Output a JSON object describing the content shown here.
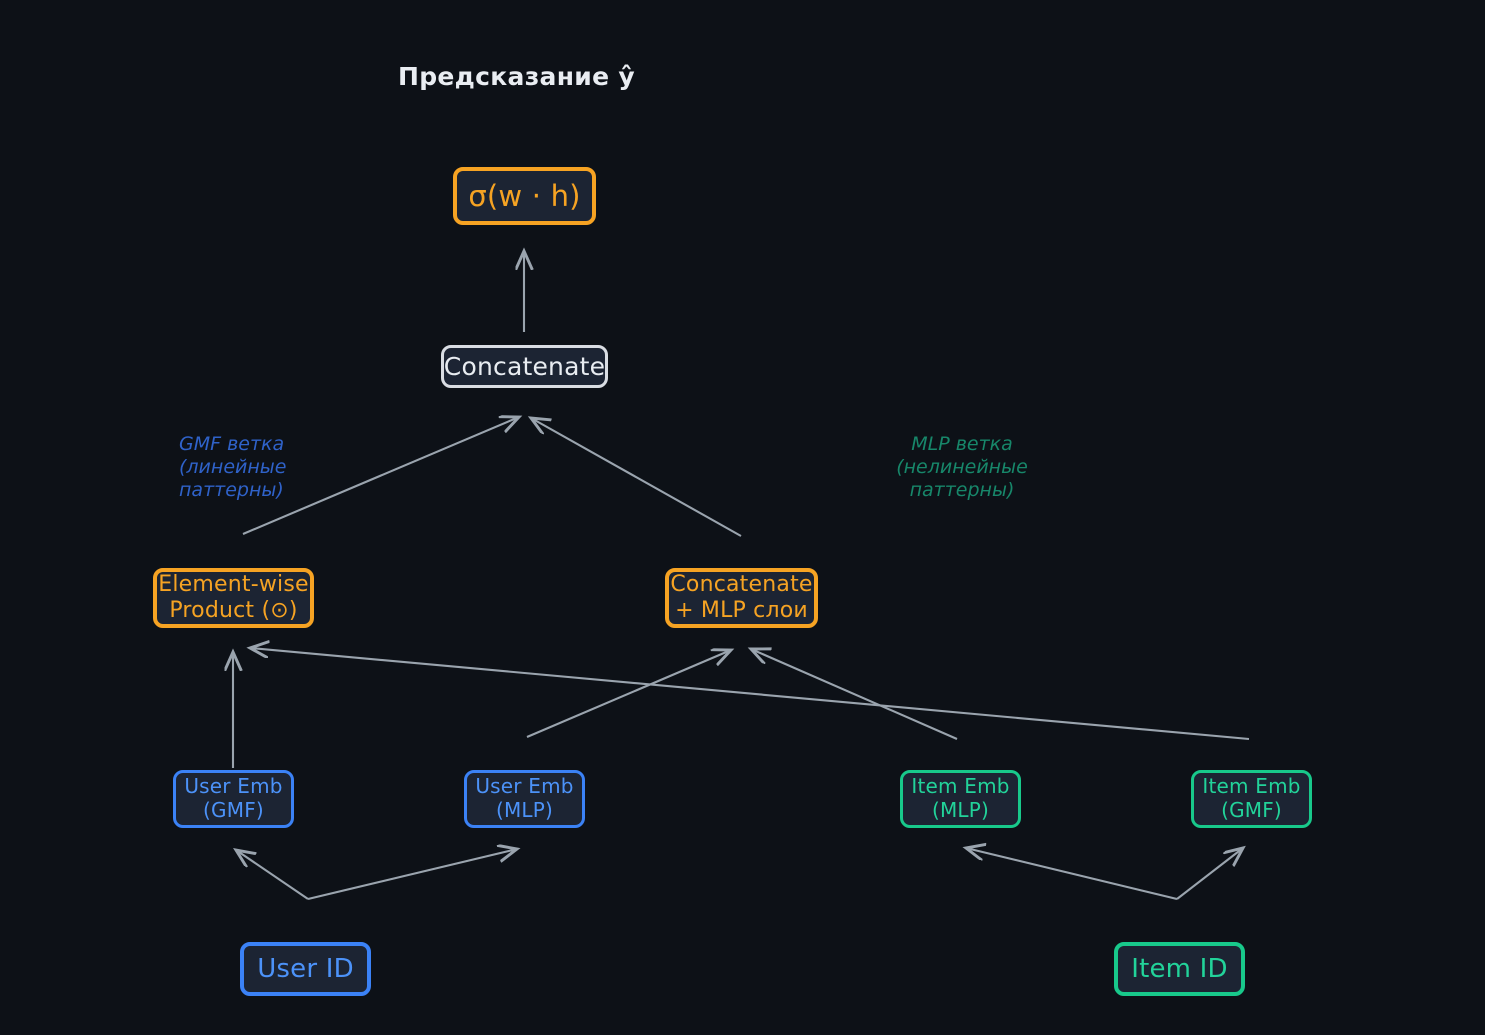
{
  "diagram": {
    "title": "Предсказание ŷ",
    "background_color": "#0d1117",
    "node_fill_color": "#1c2433",
    "edge_color": "#9aa4ae",
    "colors": {
      "orange": "#f6a323",
      "white": "#e8ecf1",
      "blue": "#3b82f6",
      "green": "#18c98b"
    }
  },
  "nodes": {
    "sigma": "σ(w · h)",
    "concatenate_top": "Concatenate",
    "element_wise_product": "Element-wise\nProduct (⊙)",
    "concatenate_mlp": "Concatenate\n+ MLP слои",
    "user_emb_gmf": "User Emb\n(GMF)",
    "user_emb_mlp": "User Emb\n(MLP)",
    "item_emb_mlp": "Item Emb\n(MLP)",
    "item_emb_gmf": "Item Emb\n(GMF)",
    "user_id": "User ID",
    "item_id": "Item ID"
  },
  "branch_labels": {
    "gmf": "GMF ветка\n(линейные\nпаттерны)",
    "mlp": "MLP ветка\n(нелинейные\nпаттерны)"
  }
}
